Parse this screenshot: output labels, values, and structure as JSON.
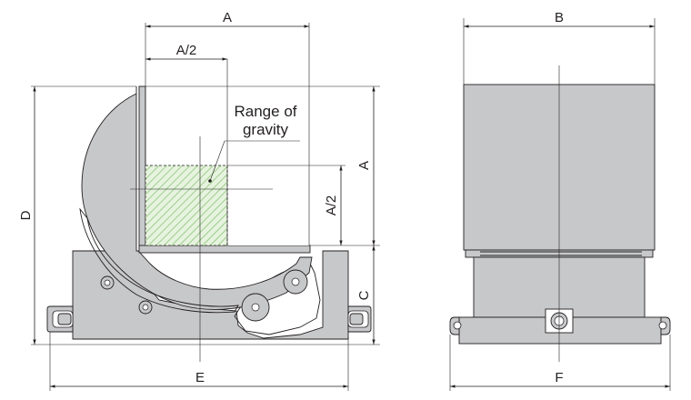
{
  "labels": {
    "a_top": "A",
    "a_half_top": "A/2",
    "a_side": "A",
    "a_half_side": "A/2",
    "b": "B",
    "c": "C",
    "d": "D",
    "e": "E",
    "f": "F",
    "range_line1": "Range of",
    "range_line2": "gravity"
  },
  "colors": {
    "body_fill": "#c7c8ca",
    "gravity_fill": "#e6f3de",
    "gravity_hatch": "#8cc47a",
    "line": "#231f20",
    "background": "#ffffff"
  }
}
